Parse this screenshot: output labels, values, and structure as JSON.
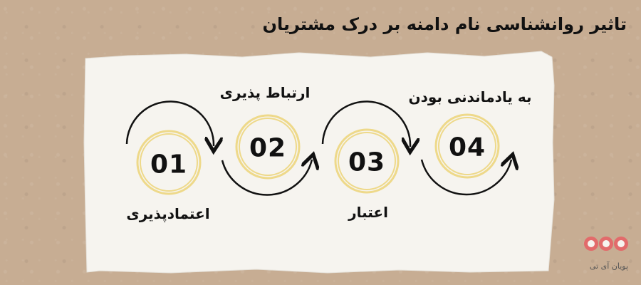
{
  "title": "تاثیر روانشناسی نام دامنه بر درک مشتریان",
  "steps": [
    {
      "number": "01",
      "label": "اعتمادپذیری"
    },
    {
      "number": "02",
      "label": "ارتباط پذیری"
    },
    {
      "number": "03",
      "label": "اعتبار"
    },
    {
      "number": "04",
      "label": "به یادماندنی بودن"
    }
  ],
  "brand": {
    "name": "پویان آی تی"
  },
  "colors": {
    "circle": "#eed98a",
    "logo": "#e26b6b",
    "paper": "#f6f4ef",
    "background": "#c7ad93"
  }
}
